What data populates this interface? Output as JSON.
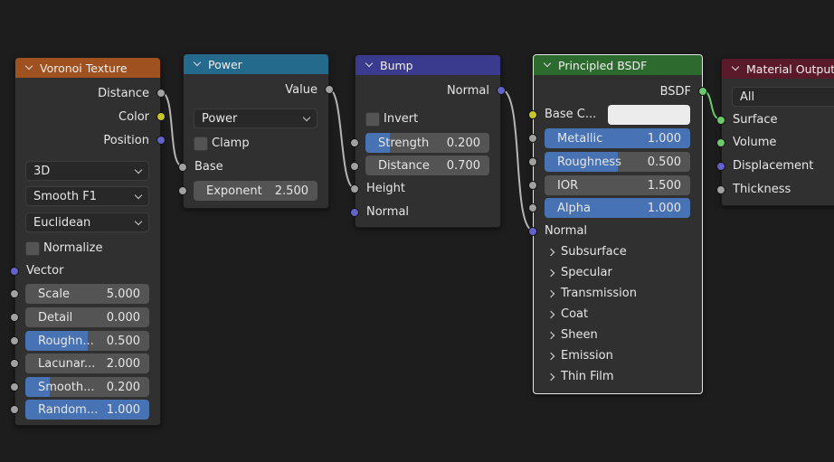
{
  "colors": {
    "voronoi_header": "#9f521f",
    "power_header": "#236a8c",
    "bump_header": "#3a3a8e",
    "bsdf_header": "#2d6a2d",
    "output_header": "#5a1a2a",
    "slider_fill": "#4772b3",
    "link": "#b5b5b5"
  },
  "voronoi": {
    "title": "Voronoi Texture",
    "outputs": [
      "Distance",
      "Color",
      "Position"
    ],
    "dropdowns": [
      "3D",
      "Smooth F1",
      "Euclidean"
    ],
    "normalize_label": "Normalize",
    "vector_label": "Vector",
    "fields": [
      {
        "label": "Scale",
        "value": "5.000",
        "fill": 0
      },
      {
        "label": "Detail",
        "value": "0.000",
        "fill": 0
      },
      {
        "label": "Roughn...",
        "value": "0.500",
        "fill": 0.5
      },
      {
        "label": "Lacunar...",
        "value": "2.000",
        "fill": 0
      },
      {
        "label": "Smooth...",
        "value": "0.200",
        "fill": 0.2
      },
      {
        "label": "Random...",
        "value": "1.000",
        "fill": 1
      }
    ]
  },
  "power": {
    "title": "Power",
    "output": "Value",
    "dropdown": "Power",
    "clamp_label": "Clamp",
    "base_label": "Base",
    "exponent": {
      "label": "Exponent",
      "value": "2.500"
    }
  },
  "bump": {
    "title": "Bump",
    "output": "Normal",
    "invert_label": "Invert",
    "strength": {
      "label": "Strength",
      "value": "0.200",
      "fill": 0.2
    },
    "distance": {
      "label": "Distance",
      "value": "0.700",
      "fill": 0
    },
    "height_label": "Height",
    "normal_label": "Normal"
  },
  "bsdf": {
    "title": "Principled BSDF",
    "output": "BSDF",
    "base_color_label": "Base C...",
    "fields": [
      {
        "label": "Metallic",
        "value": "1.000",
        "fill": 1
      },
      {
        "label": "Roughness",
        "value": "0.500",
        "fill": 0.5
      },
      {
        "label": "IOR",
        "value": "1.500",
        "fill": 0
      },
      {
        "label": "Alpha",
        "value": "1.000",
        "fill": 1
      }
    ],
    "normal_label": "Normal",
    "panels": [
      "Subsurface",
      "Specular",
      "Transmission",
      "Coat",
      "Sheen",
      "Emission",
      "Thin Film"
    ]
  },
  "output": {
    "title": "Material Output",
    "dropdown": "All",
    "inputs": [
      "Surface",
      "Volume",
      "Displacement",
      "Thickness"
    ]
  }
}
